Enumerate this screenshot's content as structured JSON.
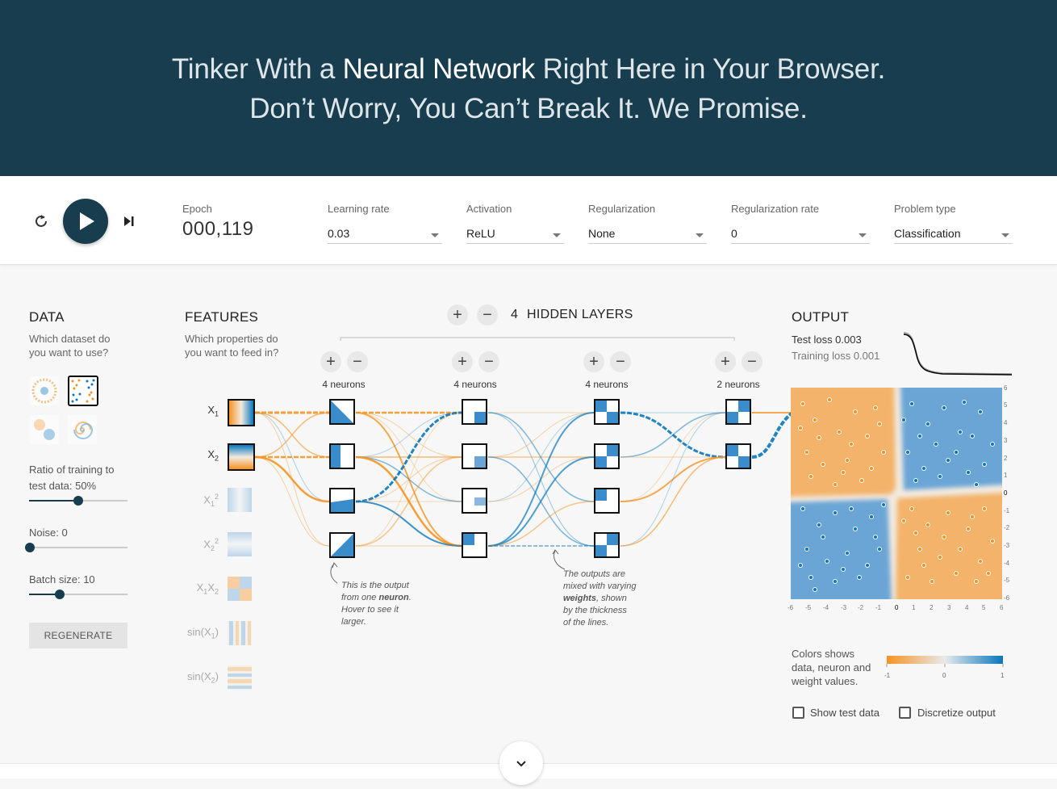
{
  "hero": {
    "line1_pre": "Tinker With a ",
    "line1_bold": "Neural Network",
    "line1_post": " Right Here in Your Browser.",
    "line2": "Don’t Worry, You Can’t Break It. We Promise."
  },
  "controls": {
    "epoch_label": "Epoch",
    "epoch_value": "000,119",
    "learning_rate": {
      "label": "Learning rate",
      "value": "0.03"
    },
    "activation": {
      "label": "Activation",
      "value": "ReLU"
    },
    "regularization": {
      "label": "Regularization",
      "value": "None"
    },
    "regularization_rate": {
      "label": "Regularization rate",
      "value": "0"
    },
    "problem_type": {
      "label": "Problem type",
      "value": "Classification"
    }
  },
  "data_panel": {
    "title": "DATA",
    "subtitle_1": "Which dataset do",
    "subtitle_2": "you want to use?",
    "ratio_label": "Ratio of training to",
    "ratio_label2": "test data:  50%",
    "ratio_value": 50,
    "noise_label": "Noise:  0",
    "noise_value": 0,
    "batch_label": "Batch size:  10",
    "batch_value": 10,
    "regenerate": "REGENERATE"
  },
  "features_panel": {
    "title": "FEATURES",
    "subtitle_1": "Which properties do",
    "subtitle_2": "you want to feed in?",
    "items": [
      {
        "base": "X",
        "sub": "1",
        "sup": "",
        "tail": ""
      },
      {
        "base": "X",
        "sub": "2",
        "sup": "",
        "tail": ""
      },
      {
        "base": "X",
        "sub": "1",
        "sup": "2",
        "tail": ""
      },
      {
        "base": "X",
        "sub": "2",
        "sup": "2",
        "tail": ""
      },
      {
        "base": "X",
        "sub": "1",
        "sup": "",
        "tail": "X2"
      },
      {
        "base": "sin(X",
        "sub": "1",
        "sup": "",
        "tail": ")"
      },
      {
        "base": "sin(X",
        "sub": "2",
        "sup": "",
        "tail": ")"
      }
    ]
  },
  "network": {
    "plus": "+",
    "minus": "−",
    "hidden_count": "4",
    "hidden_label": "HIDDEN LAYERS",
    "layers": [
      "4 neurons",
      "4 neurons",
      "4 neurons",
      "2 neurons"
    ],
    "annotation_1": [
      "This is the output",
      "from one neuron.",
      "Hover to see it",
      "larger."
    ],
    "annotation_2": [
      "The outputs are",
      "mixed with varying",
      "weights, shown",
      "by the thickness",
      "of the lines."
    ]
  },
  "output_panel": {
    "title": "OUTPUT",
    "test_loss": "Test loss 0.003",
    "training_loss": "Training loss 0.001",
    "x_ticks": [
      "-6",
      "-5",
      "-4",
      "-3",
      "-2",
      "-1",
      "0",
      "1",
      "2",
      "3",
      "4",
      "5",
      "6"
    ],
    "y_ticks": [
      "6",
      "5",
      "4",
      "3",
      "2",
      "1",
      "0",
      "-1",
      "-2",
      "-3",
      "-4",
      "-5",
      "-6"
    ],
    "legend_line1": "Colors shows",
    "legend_line2": "data, neuron and",
    "legend_line3": "weight values.",
    "scale_min": "-1",
    "scale_mid": "0",
    "scale_max": "1",
    "show_test_data": "Show test data",
    "discretize_output": "Discretize output"
  },
  "colors": {
    "header_bg": "#183d4e",
    "orange": "#f59322",
    "blue": "#0877bd"
  }
}
